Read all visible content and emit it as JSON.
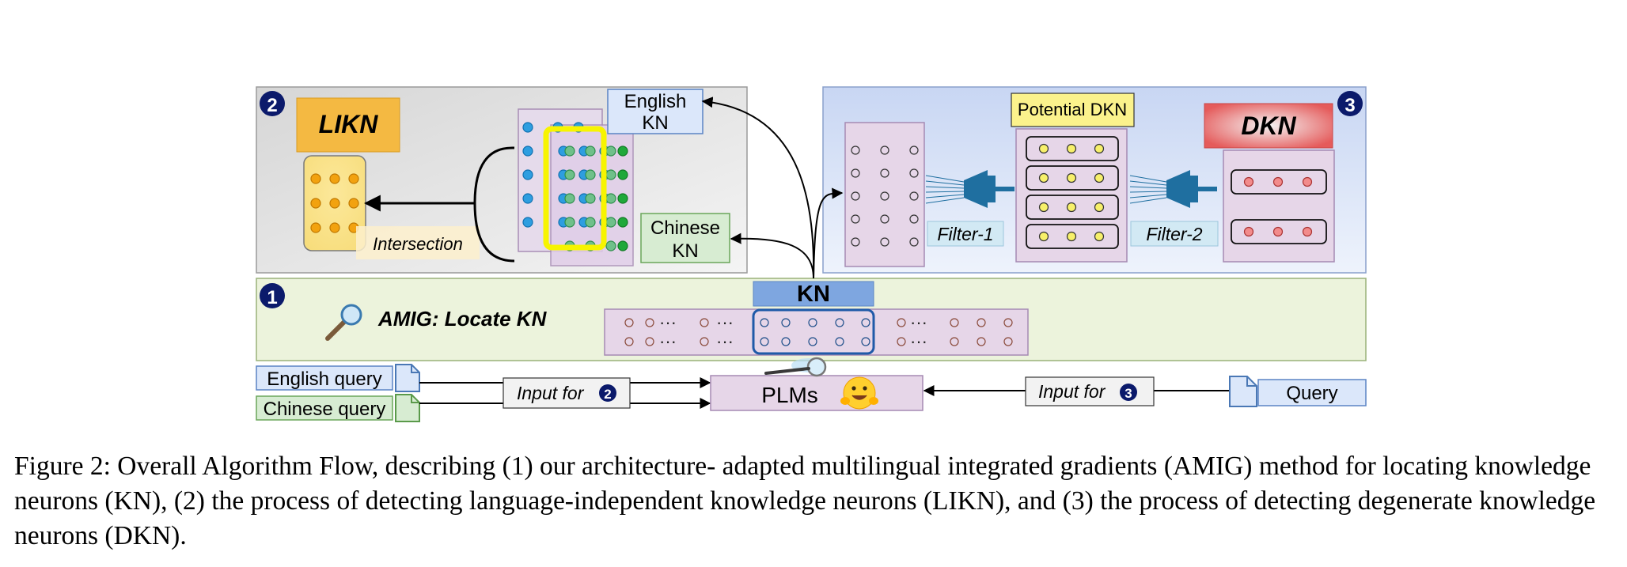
{
  "panel2": {
    "badge": "2",
    "likn_label": "LIKN",
    "intersection_label": "Intersection",
    "english_kn": [
      "English",
      "KN"
    ],
    "chinese_kn": [
      "Chinese",
      "KN"
    ]
  },
  "panel3": {
    "badge": "3",
    "potential_dkn_label": "Potential DKN",
    "dkn_label": "DKN",
    "filter1_label": "Filter-1",
    "filter2_label": "Filter-2"
  },
  "panel1": {
    "badge": "1",
    "title": "AMIG: Locate KN",
    "kn_label": "KN"
  },
  "bottom": {
    "english_query": "English query",
    "chinese_query": "Chinese query",
    "input_for_2": "Input for",
    "input_for_2_badge": "2",
    "plms_label": "PLMs",
    "input_for_3": "Input for",
    "input_for_3_badge": "3",
    "query_label": "Query"
  },
  "caption": "Figure 2: Overall Algorithm Flow, describing (1) our architecture- adapted multilingual integrated gradients (AMIG) method for locating knowledge neurons (KN), (2) the process of detecting language-independent knowledge neurons (LIKN), and (3) the process of detecting degenerate knowledge neurons (DKN).",
  "icons": {
    "magnifier": "magnifier-icon",
    "hugging_face": "hugging-face-icon",
    "document": "document-icon",
    "filter": "filter-icon"
  },
  "colors": {
    "panel2_bg": "#e3e3e3",
    "panel3_bg": "#cdd9f2",
    "panel1_bg": "#ecf3dc",
    "likn_box": "#f4b942",
    "dkn_box": "#e46b6b",
    "potential_dkn_box": "#fbf28c",
    "kn_bar": "#7ea6e0",
    "purple_box": "#e7daea",
    "neuron_blue": "#2e9ee0",
    "neuron_green": "#1fa83a",
    "neuron_orange": "#f2a20f",
    "neuron_yellow": "#f7f06a",
    "neuron_red": "#f28b8b",
    "highlight_yellow": "#f7f400",
    "filter_blue": "#1f6fa0"
  }
}
